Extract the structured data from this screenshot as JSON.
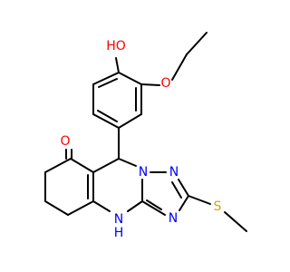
{
  "molecule": {
    "atoms": {
      "HO": {
        "text": "HO",
        "color": "#ff0000"
      },
      "O_ethoxy": {
        "text": "O",
        "color": "#ff0000"
      },
      "O_ketone": {
        "text": "O",
        "color": "#ff0000"
      },
      "N_triazole_1": {
        "text": "N",
        "color": "#0000ff"
      },
      "N_triazole_2": {
        "text": "N",
        "color": "#0000ff"
      },
      "N_triazole_3": {
        "text": "N",
        "color": "#0000ff"
      },
      "N_ring": {
        "text": "N",
        "color": "#0000ff"
      },
      "NH": {
        "text": "N",
        "sub": "H",
        "color": "#0000ff"
      },
      "S": {
        "text": "S",
        "color": "#ccaa00"
      }
    }
  }
}
